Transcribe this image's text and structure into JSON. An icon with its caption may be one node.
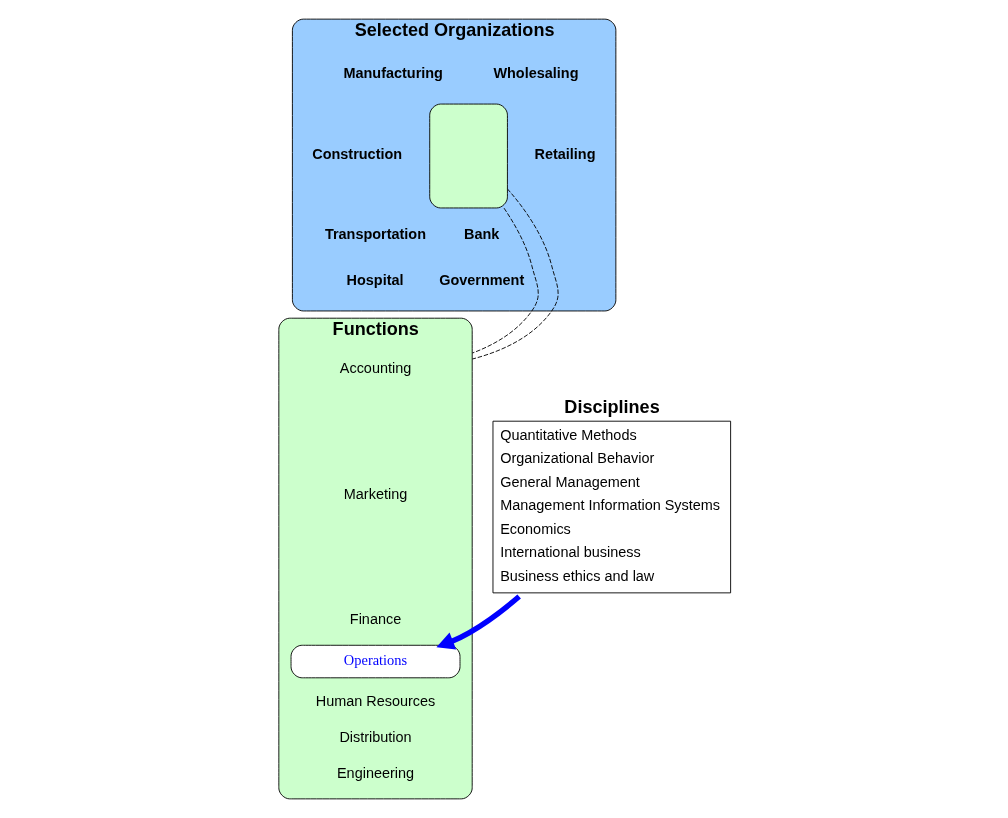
{
  "diagram": {
    "nodes": [
      {
        "text": [
          "Selected Organizations",
          "Manufacturing",
          "Wholesaling",
          "Construction",
          "Retailing",
          "Transportation",
          "Bank",
          "Hospital",
          "Government"
        ]
      },
      {
        "text": [],
        "shape": "box",
        "in": 0
      },
      {
        "text": [
          "Functions",
          "Accounting",
          "Marketing",
          "Finance",
          "Human Resources",
          "Distribution",
          "Engineering"
        ]
      },
      {
        "text": [
          "Operations"
        ],
        "in": 2
      },
      {
        "text": [
          "Disciplines",
          "Quantitative Methods",
          "Organizational Behavior",
          "General Management",
          "Management Information Systems",
          "Economics",
          "International business",
          "Business ethics and law"
        ]
      }
    ],
    "edges": [
      {
        "from": 1,
        "to": 2,
        "arrow": "none",
        "style": "dashed"
      },
      {
        "from": 1,
        "to": 2,
        "arrow": "none",
        "style": "dashed"
      },
      {
        "from": 4,
        "to": 3,
        "arrow": "to",
        "style": "thick",
        "color": "#0000ff"
      }
    ]
  }
}
